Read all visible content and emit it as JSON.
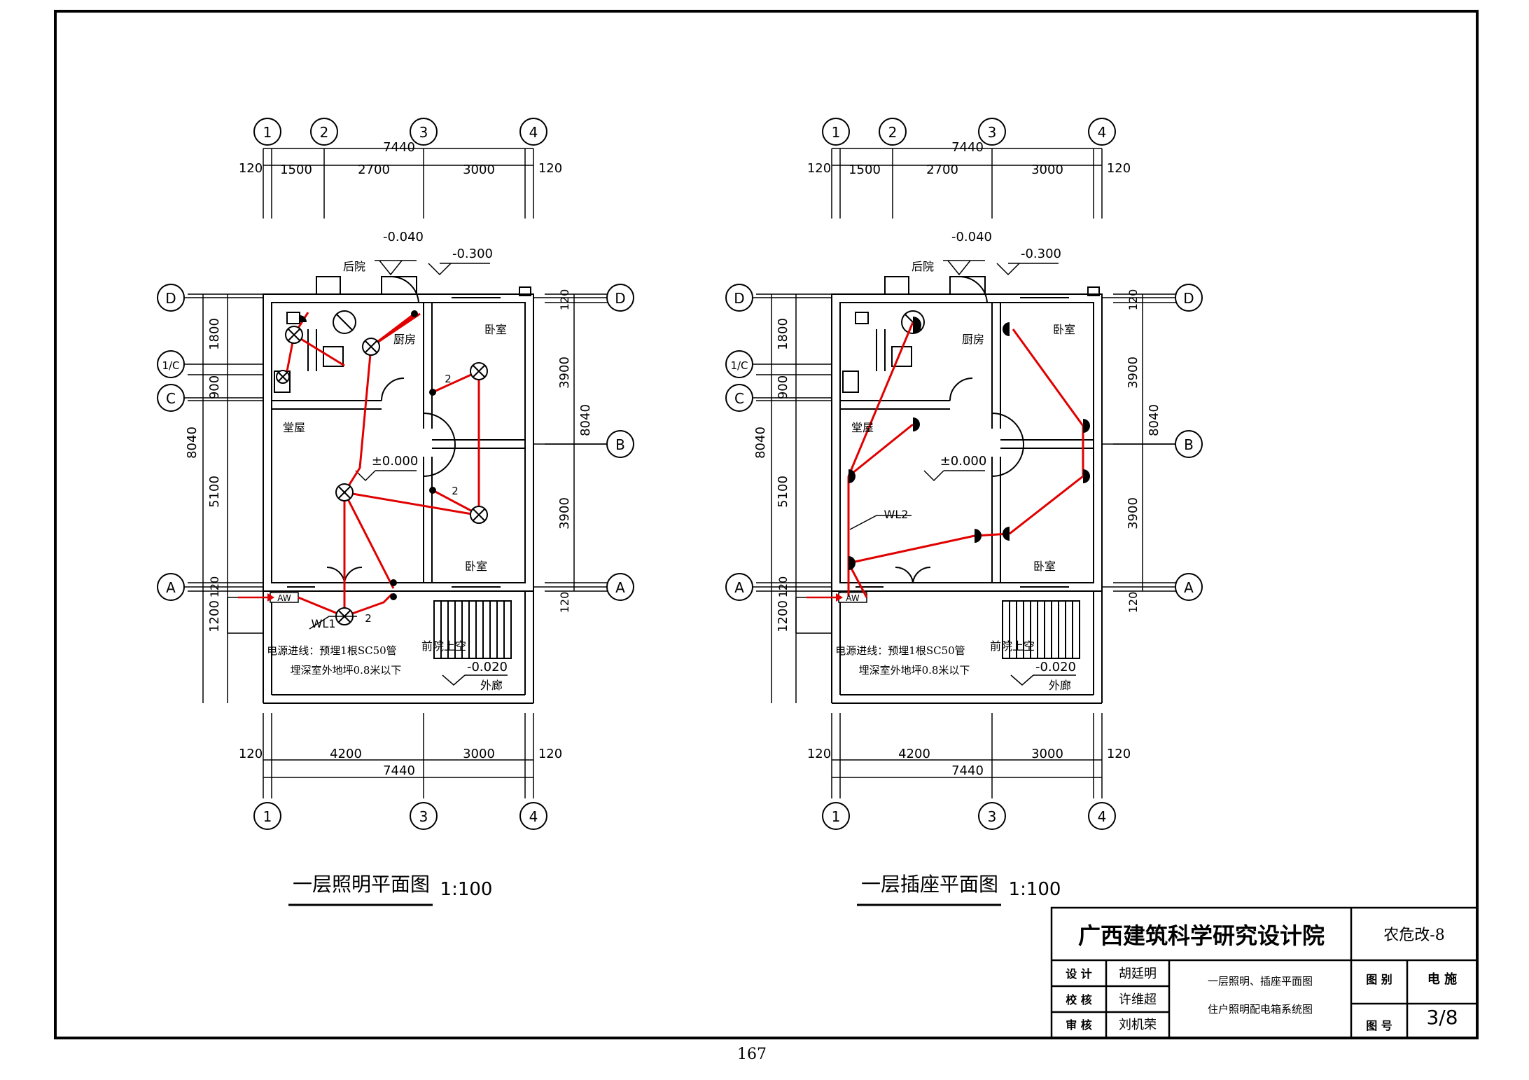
{
  "page_number": "167",
  "plans": [
    {
      "title": "一层照明平面图",
      "scale": "1:100",
      "grid_top": [
        "1",
        "2",
        "3",
        "4"
      ],
      "grid_bottom": [
        "1",
        "3",
        "4"
      ],
      "grid_left": [
        "D",
        "1/C",
        "C",
        "A"
      ],
      "grid_right": [
        "D",
        "B",
        "A"
      ],
      "top_dims": [
        "120",
        "1500",
        "2700",
        "3000",
        "120"
      ],
      "top_total": "7440",
      "bottom_dims": [
        "120",
        "4200",
        "3000",
        "120"
      ],
      "bottom_total": "7440",
      "left_dims": [
        "1800",
        "900",
        "5100",
        "120",
        "1200"
      ],
      "left_total": "8040",
      "right_dims": [
        "120",
        "3900",
        "3900",
        "120"
      ],
      "right_total": "8040",
      "elev_top_1": "-0.040",
      "elev_top_2": "-0.300",
      "elev_mid": "±0.000",
      "elev_bottom": "-0.020",
      "rooms": {
        "backyard": "后院",
        "kitchen": "厨房",
        "bedroom_1": "卧室",
        "living": "堂屋",
        "bedroom_2": "卧室",
        "front_yard": "前院上空",
        "corridor": "外廊"
      },
      "panel_label": "AW",
      "circuit_label": "WL1",
      "switch_count_1": "2",
      "switch_count_2": "2",
      "switch_count_3": "2",
      "note_1": "电源进线：预埋1根SC50管",
      "note_2": "埋深室外地坪0.8米以下"
    },
    {
      "title": "一层插座平面图",
      "scale": "1:100",
      "grid_top": [
        "1",
        "2",
        "3",
        "4"
      ],
      "grid_bottom": [
        "1",
        "3",
        "4"
      ],
      "grid_left": [
        "D",
        "1/C",
        "C",
        "A"
      ],
      "grid_right": [
        "D",
        "B",
        "A"
      ],
      "top_dims": [
        "120",
        "1500",
        "2700",
        "3000",
        "120"
      ],
      "top_total": "7440",
      "bottom_dims": [
        "120",
        "4200",
        "3000",
        "120"
      ],
      "bottom_total": "7440",
      "left_dims": [
        "1800",
        "900",
        "5100",
        "120",
        "1200"
      ],
      "left_total": "8040",
      "right_dims": [
        "120",
        "3900",
        "3900",
        "120"
      ],
      "right_total": "8040",
      "elev_top_1": "-0.040",
      "elev_top_2": "-0.300",
      "elev_mid": "±0.000",
      "elev_bottom": "-0.020",
      "rooms": {
        "backyard": "后院",
        "kitchen": "厨房",
        "bedroom_1": "卧室",
        "living": "堂屋",
        "bedroom_2": "卧室",
        "front_yard": "前院上空",
        "corridor": "外廊"
      },
      "panel_label": "AW",
      "circuit_label": "WL2",
      "note_1": "电源进线：预埋1根SC50管",
      "note_2": "埋深室外地坪0.8米以下"
    }
  ],
  "title_block": {
    "institute": "广西建筑科学研究设计院",
    "project_code": "农危改-8",
    "design_label": "设  计",
    "design_name": "胡廷明",
    "check_label": "校  核",
    "check_name": "许维超",
    "review_label": "审  核",
    "review_name": "刘机荣",
    "drawing_title_1": "一层照明、插座平面图",
    "drawing_title_2": "住户照明配电箱系统图",
    "category_label": "图 别",
    "category_value": "电  施",
    "number_label": "图 号",
    "number_value": "3/8"
  },
  "colors": {
    "wire": "#e00000",
    "line": "#000000"
  }
}
